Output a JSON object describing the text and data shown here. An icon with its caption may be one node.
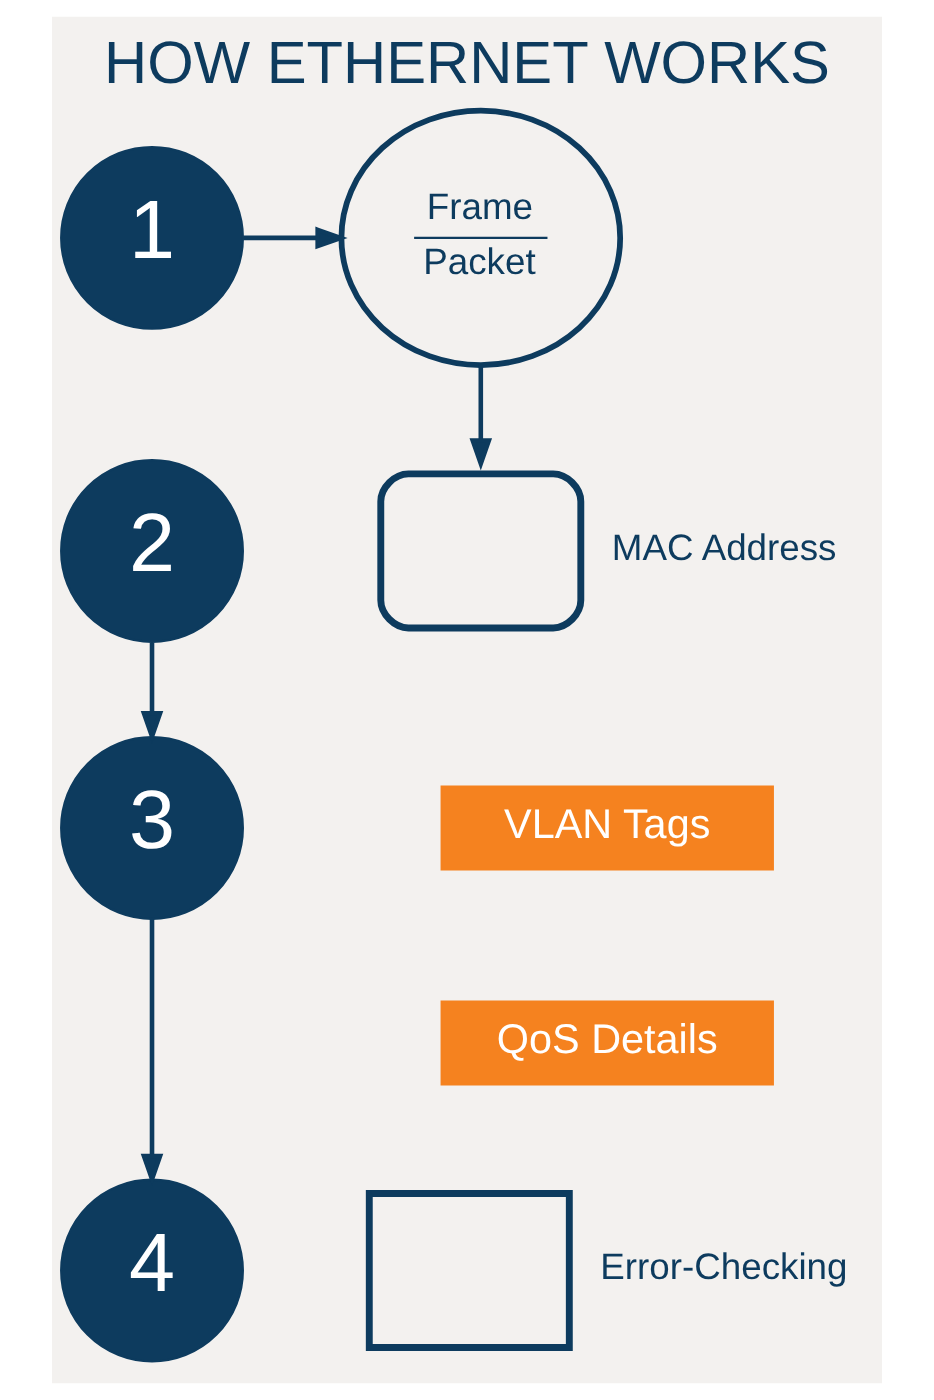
{
  "diagram": {
    "title": "HOW ETHERNET WORKS",
    "nodes": [
      {
        "text": [
          "1"
        ]
      },
      {
        "text": [
          "Frame",
          "Packet"
        ]
      },
      {
        "text": [],
        "shape": "box",
        "beside": [
          "MAC Address"
        ]
      },
      {
        "text": [
          "2"
        ]
      },
      {
        "text": [
          "3"
        ]
      },
      {
        "text": [
          "VLAN Tags"
        ]
      },
      {
        "text": [
          "QoS Details"
        ]
      },
      {
        "text": [
          "4"
        ]
      },
      {
        "text": [],
        "shape": "document",
        "beside": [
          "Error-Checking"
        ]
      }
    ],
    "edges": [
      {
        "from": 0,
        "to": 1,
        "arrow": "to"
      },
      {
        "from": 1,
        "to": 2,
        "arrow": "to"
      },
      {
        "from": 3,
        "to": 4,
        "arrow": "to"
      },
      {
        "from": 4,
        "to": 7,
        "arrow": "to"
      }
    ]
  }
}
